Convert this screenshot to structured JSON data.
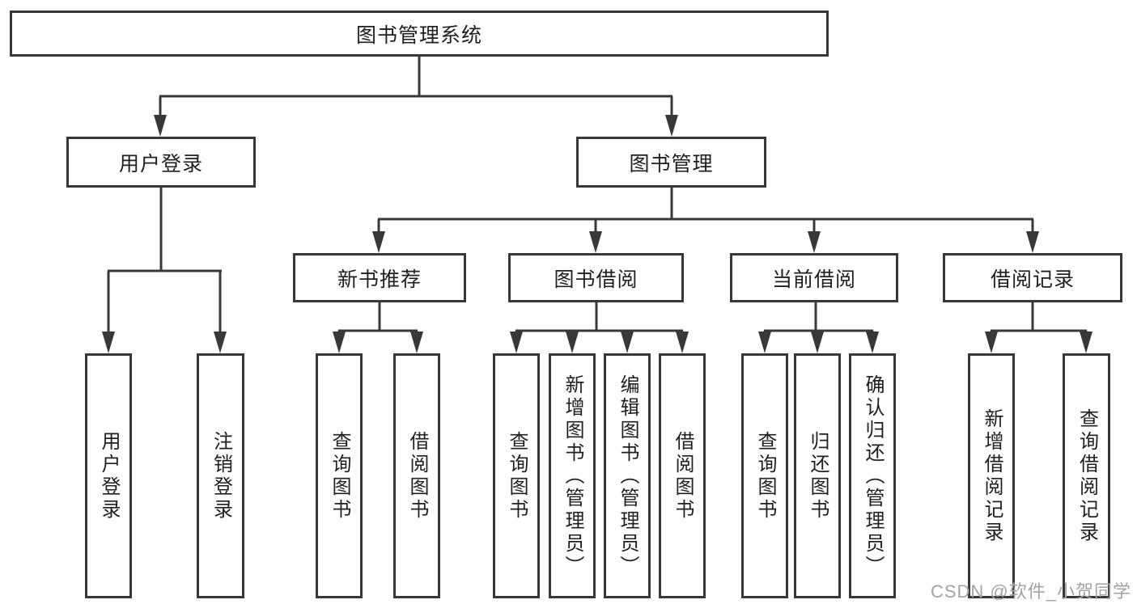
{
  "tree": {
    "root": {
      "label": "图书管理系统",
      "children": [
        {
          "label": "用户登录",
          "children": [
            {
              "label": "用户登录"
            },
            {
              "label": "注销登录"
            }
          ]
        },
        {
          "label": "图书管理",
          "children": [
            {
              "label": "新书推荐",
              "children": [
                {
                  "label": "查询图书"
                },
                {
                  "label": "借阅图书"
                }
              ]
            },
            {
              "label": "图书借阅",
              "children": [
                {
                  "label": "查询图书"
                },
                {
                  "label": "新增图书（管理员）"
                },
                {
                  "label": "编辑图书（管理员）"
                },
                {
                  "label": "借阅图书"
                }
              ]
            },
            {
              "label": "当前借阅",
              "children": [
                {
                  "label": "查询图书"
                },
                {
                  "label": "归还图书"
                },
                {
                  "label": "确认归还（管理员）"
                }
              ]
            },
            {
              "label": "借阅记录",
              "children": [
                {
                  "label": "新增借阅记录"
                },
                {
                  "label": "查询借阅记录"
                }
              ]
            }
          ]
        }
      ]
    }
  },
  "watermark": {
    "text": "CSDN @软件_小贺同学"
  },
  "colors": {
    "line": "#383838",
    "text": "#1f1f1f",
    "watermark": "#a3a3a3",
    "background": "#ffffff"
  }
}
